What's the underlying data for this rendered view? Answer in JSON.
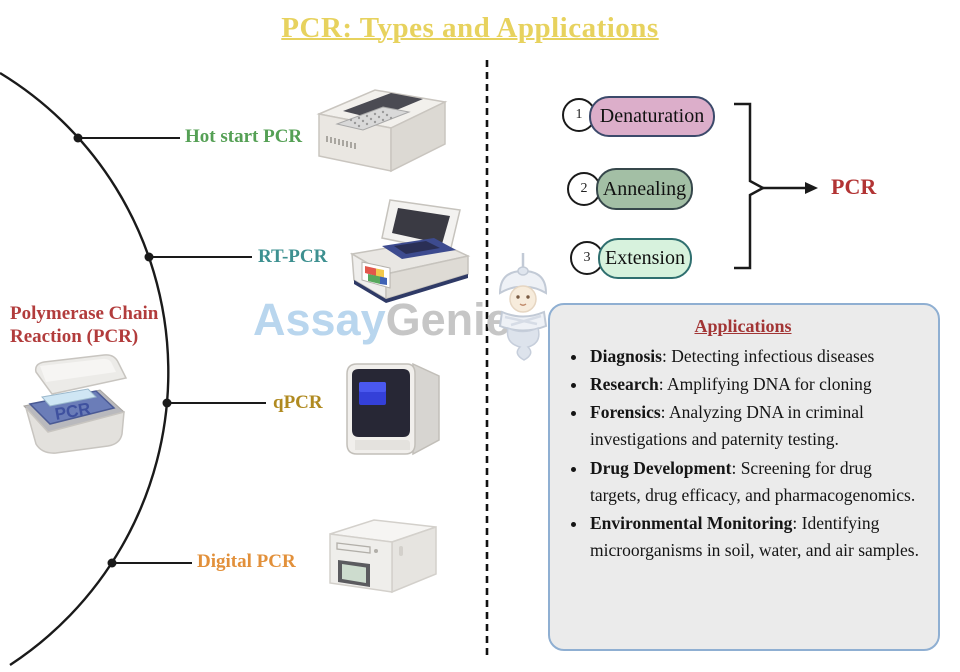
{
  "title": "PCR: Types and Applications",
  "left_panel": {
    "heading": "Polymerase Chain Reaction (PCR)",
    "types": [
      {
        "label": "Hot start PCR",
        "color": "#55a055"
      },
      {
        "label": "RT-PCR",
        "color": "#3d9090"
      },
      {
        "label": "qPCR",
        "color": "#b08a20"
      },
      {
        "label": "Digital PCR",
        "color": "#e2903a"
      }
    ],
    "machine_display_label": "PCR"
  },
  "steps": {
    "items": [
      {
        "number": "1",
        "label": "Denaturation",
        "fill": "#dcaeca",
        "border": "#3c4a6b"
      },
      {
        "number": "2",
        "label": "Annealing",
        "fill": "#a3bfa5",
        "border": "#36474b"
      },
      {
        "number": "3",
        "label": "Extension",
        "fill": "#d7f2dd",
        "border": "#2f6f6f"
      }
    ],
    "result_label": "PCR",
    "result_color": "#b23434"
  },
  "applications": {
    "title": "Applications",
    "separator": ": ",
    "items": [
      {
        "term": "Diagnosis",
        "description": "Detecting infectious diseases"
      },
      {
        "term": "Research",
        "description": "Amplifying DNA for cloning"
      },
      {
        "term": "Forensics",
        "description": "Analyzing DNA  in criminal investigations and paternity testing."
      },
      {
        "term": "Drug Development",
        "description": "Screening for drug targets, drug efficacy, and pharmacogenomics."
      },
      {
        "term": "Environmental Monitoring",
        "description": "Identifying microorganisms in soil, water, and air samples."
      }
    ]
  },
  "watermark": {
    "part1": "Assay",
    "part2": "Genie"
  },
  "colors": {
    "title_gold": "#e7d25e",
    "box_border_blue": "#8fafd2",
    "box_bg_grey": "#ebebeb",
    "line_black": "#1a1a1a"
  }
}
